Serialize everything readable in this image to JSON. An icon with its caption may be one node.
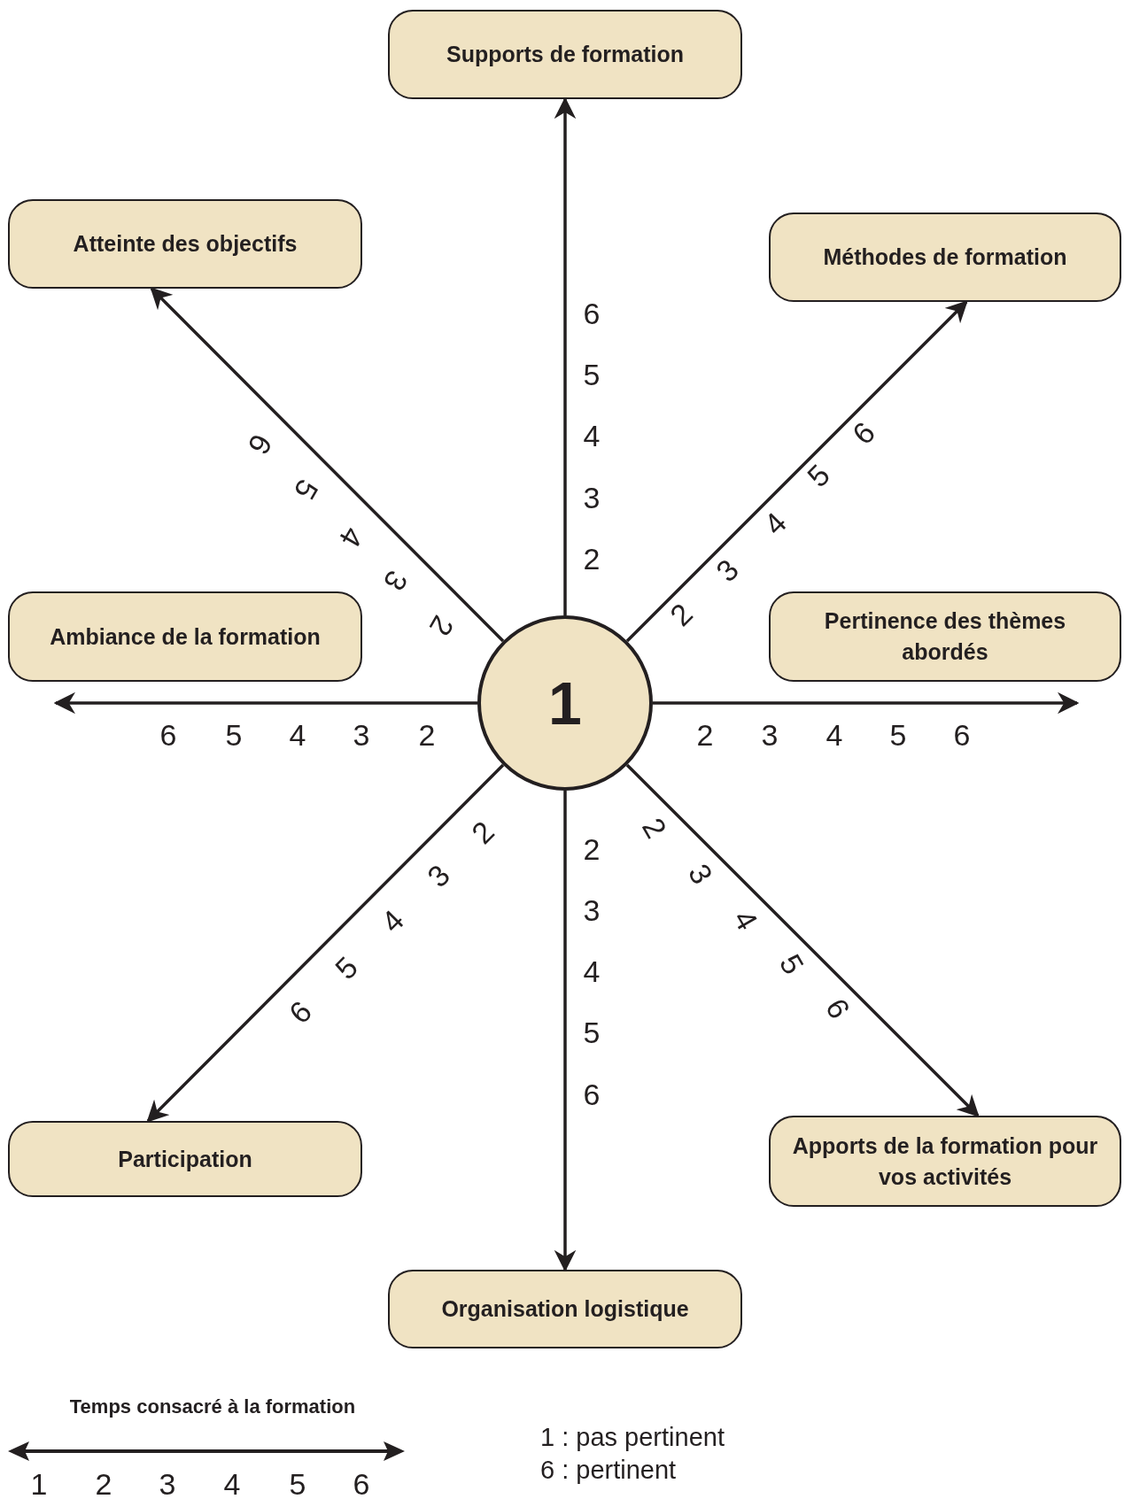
{
  "diagram": {
    "nodes": [
      {
        "text": [
          "Supports de formation"
        ]
      },
      {
        "text": [
          "Atteinte des objectifs"
        ]
      },
      {
        "text": [
          "Méthodes de formation"
        ]
      },
      {
        "text": [
          "Ambiance de la formation"
        ]
      },
      {
        "text": [
          "1"
        ]
      },
      {
        "text": [
          "Pertinence des thèmes abordés"
        ]
      },
      {
        "text": [
          "Participation"
        ]
      },
      {
        "text": [
          "Apports de la formation pour vos activités"
        ]
      },
      {
        "text": [
          "Organisation logistique"
        ]
      }
    ],
    "edges": [
      {
        "from": 4,
        "to": 0,
        "arrow": "to"
      },
      {
        "from": 4,
        "to": 1,
        "arrow": "to"
      },
      {
        "from": 4,
        "to": 2,
        "arrow": "to"
      },
      {
        "from": 4,
        "to": 3,
        "arrow": "to"
      },
      {
        "from": 4,
        "to": 5,
        "arrow": "to"
      },
      {
        "from": 4,
        "to": 6,
        "arrow": "to"
      },
      {
        "from": 4,
        "to": 7,
        "arrow": "to"
      },
      {
        "from": 4,
        "to": 8,
        "arrow": "to"
      }
    ],
    "labels": [
      "6",
      "5",
      "4",
      "3",
      "2",
      "6",
      "5",
      "4",
      "3",
      "2",
      "2",
      "3",
      "4",
      "5",
      "6",
      "6",
      "5",
      "4",
      "3",
      "2",
      "2",
      "3",
      "4",
      "5",
      "6",
      "2",
      "3",
      "4",
      "5",
      "6",
      "2",
      "3",
      "4",
      "5",
      "6",
      "2",
      "3",
      "4",
      "5",
      "6",
      "Temps consacré à la formation",
      "1",
      "2",
      "3",
      "4",
      "5",
      "6",
      "1 : pas pertinent",
      "6 : pertinent"
    ]
  }
}
